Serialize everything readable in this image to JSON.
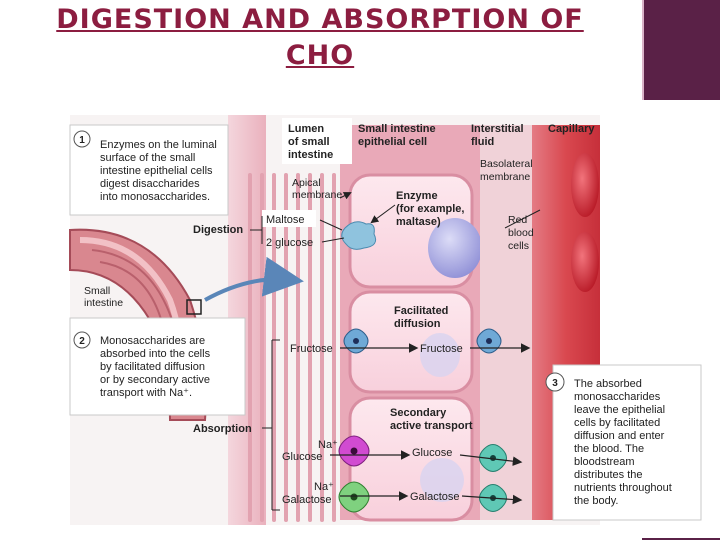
{
  "title": {
    "line1": "DIGESTION AND ABSORPTION OF",
    "line2": "CHO"
  },
  "step1": {
    "number": "1",
    "text": [
      "Enzymes on the luminal",
      "surface of the small",
      "intestine epithelial cells",
      "digest disaccharides",
      "into monosaccharides."
    ]
  },
  "step2": {
    "number": "2",
    "text": [
      "Monosaccharides are",
      "absorbed into the cells",
      "by facilitated diffusion",
      "or by secondary active",
      "transport with Na⁺."
    ]
  },
  "step3": {
    "number": "3",
    "text": [
      "The absorbed",
      "monosaccharides",
      "leave the epithelial",
      "cells by facilitated",
      "diffusion and enter",
      "the blood. The",
      "bloodstream",
      "distributes the",
      "nutrients throughout",
      "the body."
    ]
  },
  "headers": {
    "lumen": [
      "Lumen",
      "of small",
      "intestine"
    ],
    "epithelial": [
      "Small intestine",
      "epithelial cell"
    ],
    "interstitial": [
      "Interstitial",
      "fluid"
    ],
    "capillary": "Capillary"
  },
  "labels": {
    "apical": [
      "Apical",
      "membrane"
    ],
    "basolateral": [
      "Basolateral",
      "membrane"
    ],
    "enzyme": [
      "Enzyme",
      "(for example,",
      "maltase)"
    ],
    "red_blood": [
      "Red",
      "blood",
      "cells"
    ],
    "maltose": "Maltose",
    "glucose2": "2 glucose",
    "digestion": "Digestion",
    "small_intestine": [
      "Small",
      "intestine"
    ],
    "facilitated": [
      "Facilitated",
      "diffusion"
    ],
    "fructose_left": "Fructose",
    "fructose_right": "Fructose",
    "secondary": [
      "Secondary",
      "active transport"
    ],
    "absorption": "Absorption",
    "na1": "Na⁺",
    "glucose_left": "Glucose",
    "glucose_right": "Glucose",
    "na2": "Na⁺",
    "galactose_left": "Galactose",
    "galactose_right": "Galactose"
  }
}
